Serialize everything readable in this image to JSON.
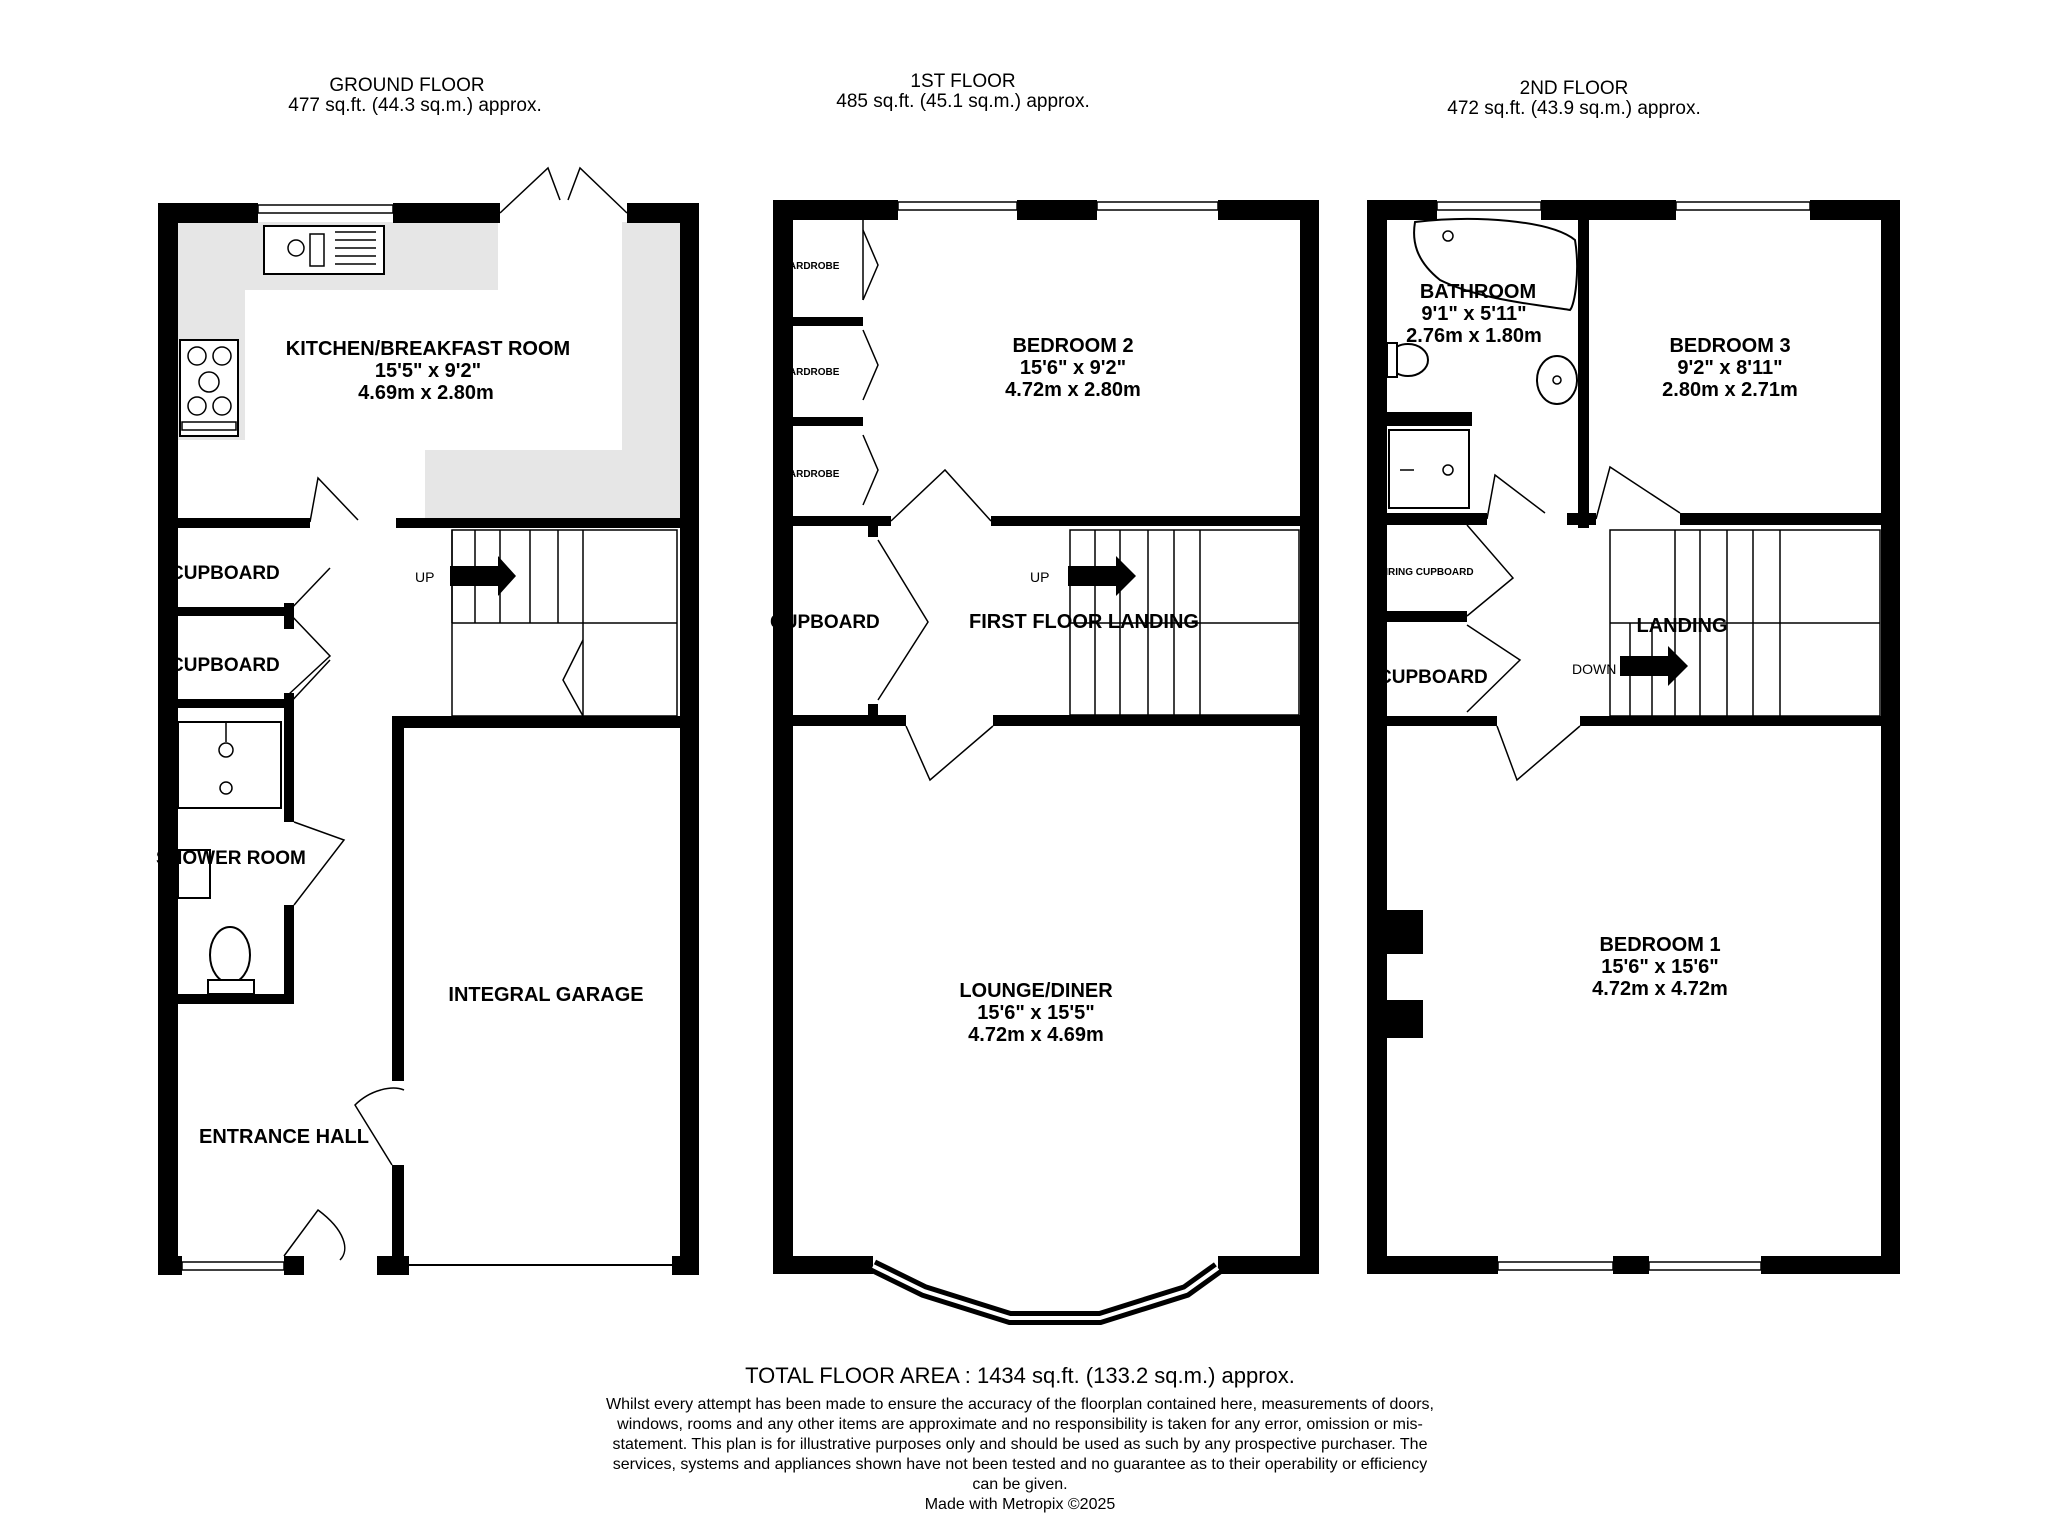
{
  "floors": [
    {
      "name": "GROUND FLOOR",
      "area": "477 sq.ft. (44.3 sq.m.) approx."
    },
    {
      "name": "1ST FLOOR",
      "area": "485 sq.ft. (45.1 sq.m.) approx."
    },
    {
      "name": "2ND FLOOR",
      "area": "472 sq.ft. (43.9 sq.m.) approx."
    }
  ],
  "rooms": {
    "kitchen": {
      "name": "KITCHEN/BREAKFAST ROOM",
      "imperial": "15'5\"  x 9'2\"",
      "metric": "4.69m  x 2.80m"
    },
    "cupboard1": "CUPBOARD",
    "cupboard2": "CUPBOARD",
    "shower": "SHOWER ROOM",
    "entrance": "ENTRANCE HALL",
    "garage": "INTEGRAL GARAGE",
    "up_ground": "UP",
    "wardrobe1": "WARDROBE",
    "wardrobe2": "WARDROBE",
    "wardrobe3": "WARDROBE",
    "bedroom2": {
      "name": "BEDROOM 2",
      "imperial": "15'6\"  x 9'2\"",
      "metric": "4.72m  x 2.80m"
    },
    "cupboard_first": "CUPBOARD",
    "landing_first": "FIRST FLOOR LANDING",
    "up_first": "UP",
    "lounge": {
      "name": "LOUNGE/DINER",
      "imperial": "15'6\"  x 15'5\"",
      "metric": "4.72m  x 4.69m"
    },
    "bathroom": {
      "name": "BATHROOM",
      "imperial": "9'1\"  x 5'11\"",
      "metric": "2.76m  x 1.80m"
    },
    "bedroom3": {
      "name": "BEDROOM 3",
      "imperial": "9'2\"  x 8'11\"",
      "metric": "2.80m  x 2.71m"
    },
    "airing": "AIRING CUPBOARD",
    "cupboard_second": "CUPBOARD",
    "landing_second": "LANDING",
    "down_second": "DOWN",
    "bedroom1": {
      "name": "BEDROOM 1",
      "imperial": "15'6\"  x 15'6\"",
      "metric": "4.72m  x 4.72m"
    }
  },
  "footer": {
    "total": "TOTAL FLOOR AREA : 1434 sq.ft. (133.2 sq.m.) approx.",
    "disclaimer": "Whilst every attempt has been made to ensure the accuracy of the floorplan contained here, measurements of doors, windows, rooms and any other items are approximate and no responsibility is taken for any error, omission or mis-statement. This plan is for illustrative purposes only and should be used as such by any prospective purchaser. The services, systems and appliances shown have not been tested and no guarantee as to their operability or efficiency can be given.",
    "made_with": "Made with Metropix ©2025"
  }
}
